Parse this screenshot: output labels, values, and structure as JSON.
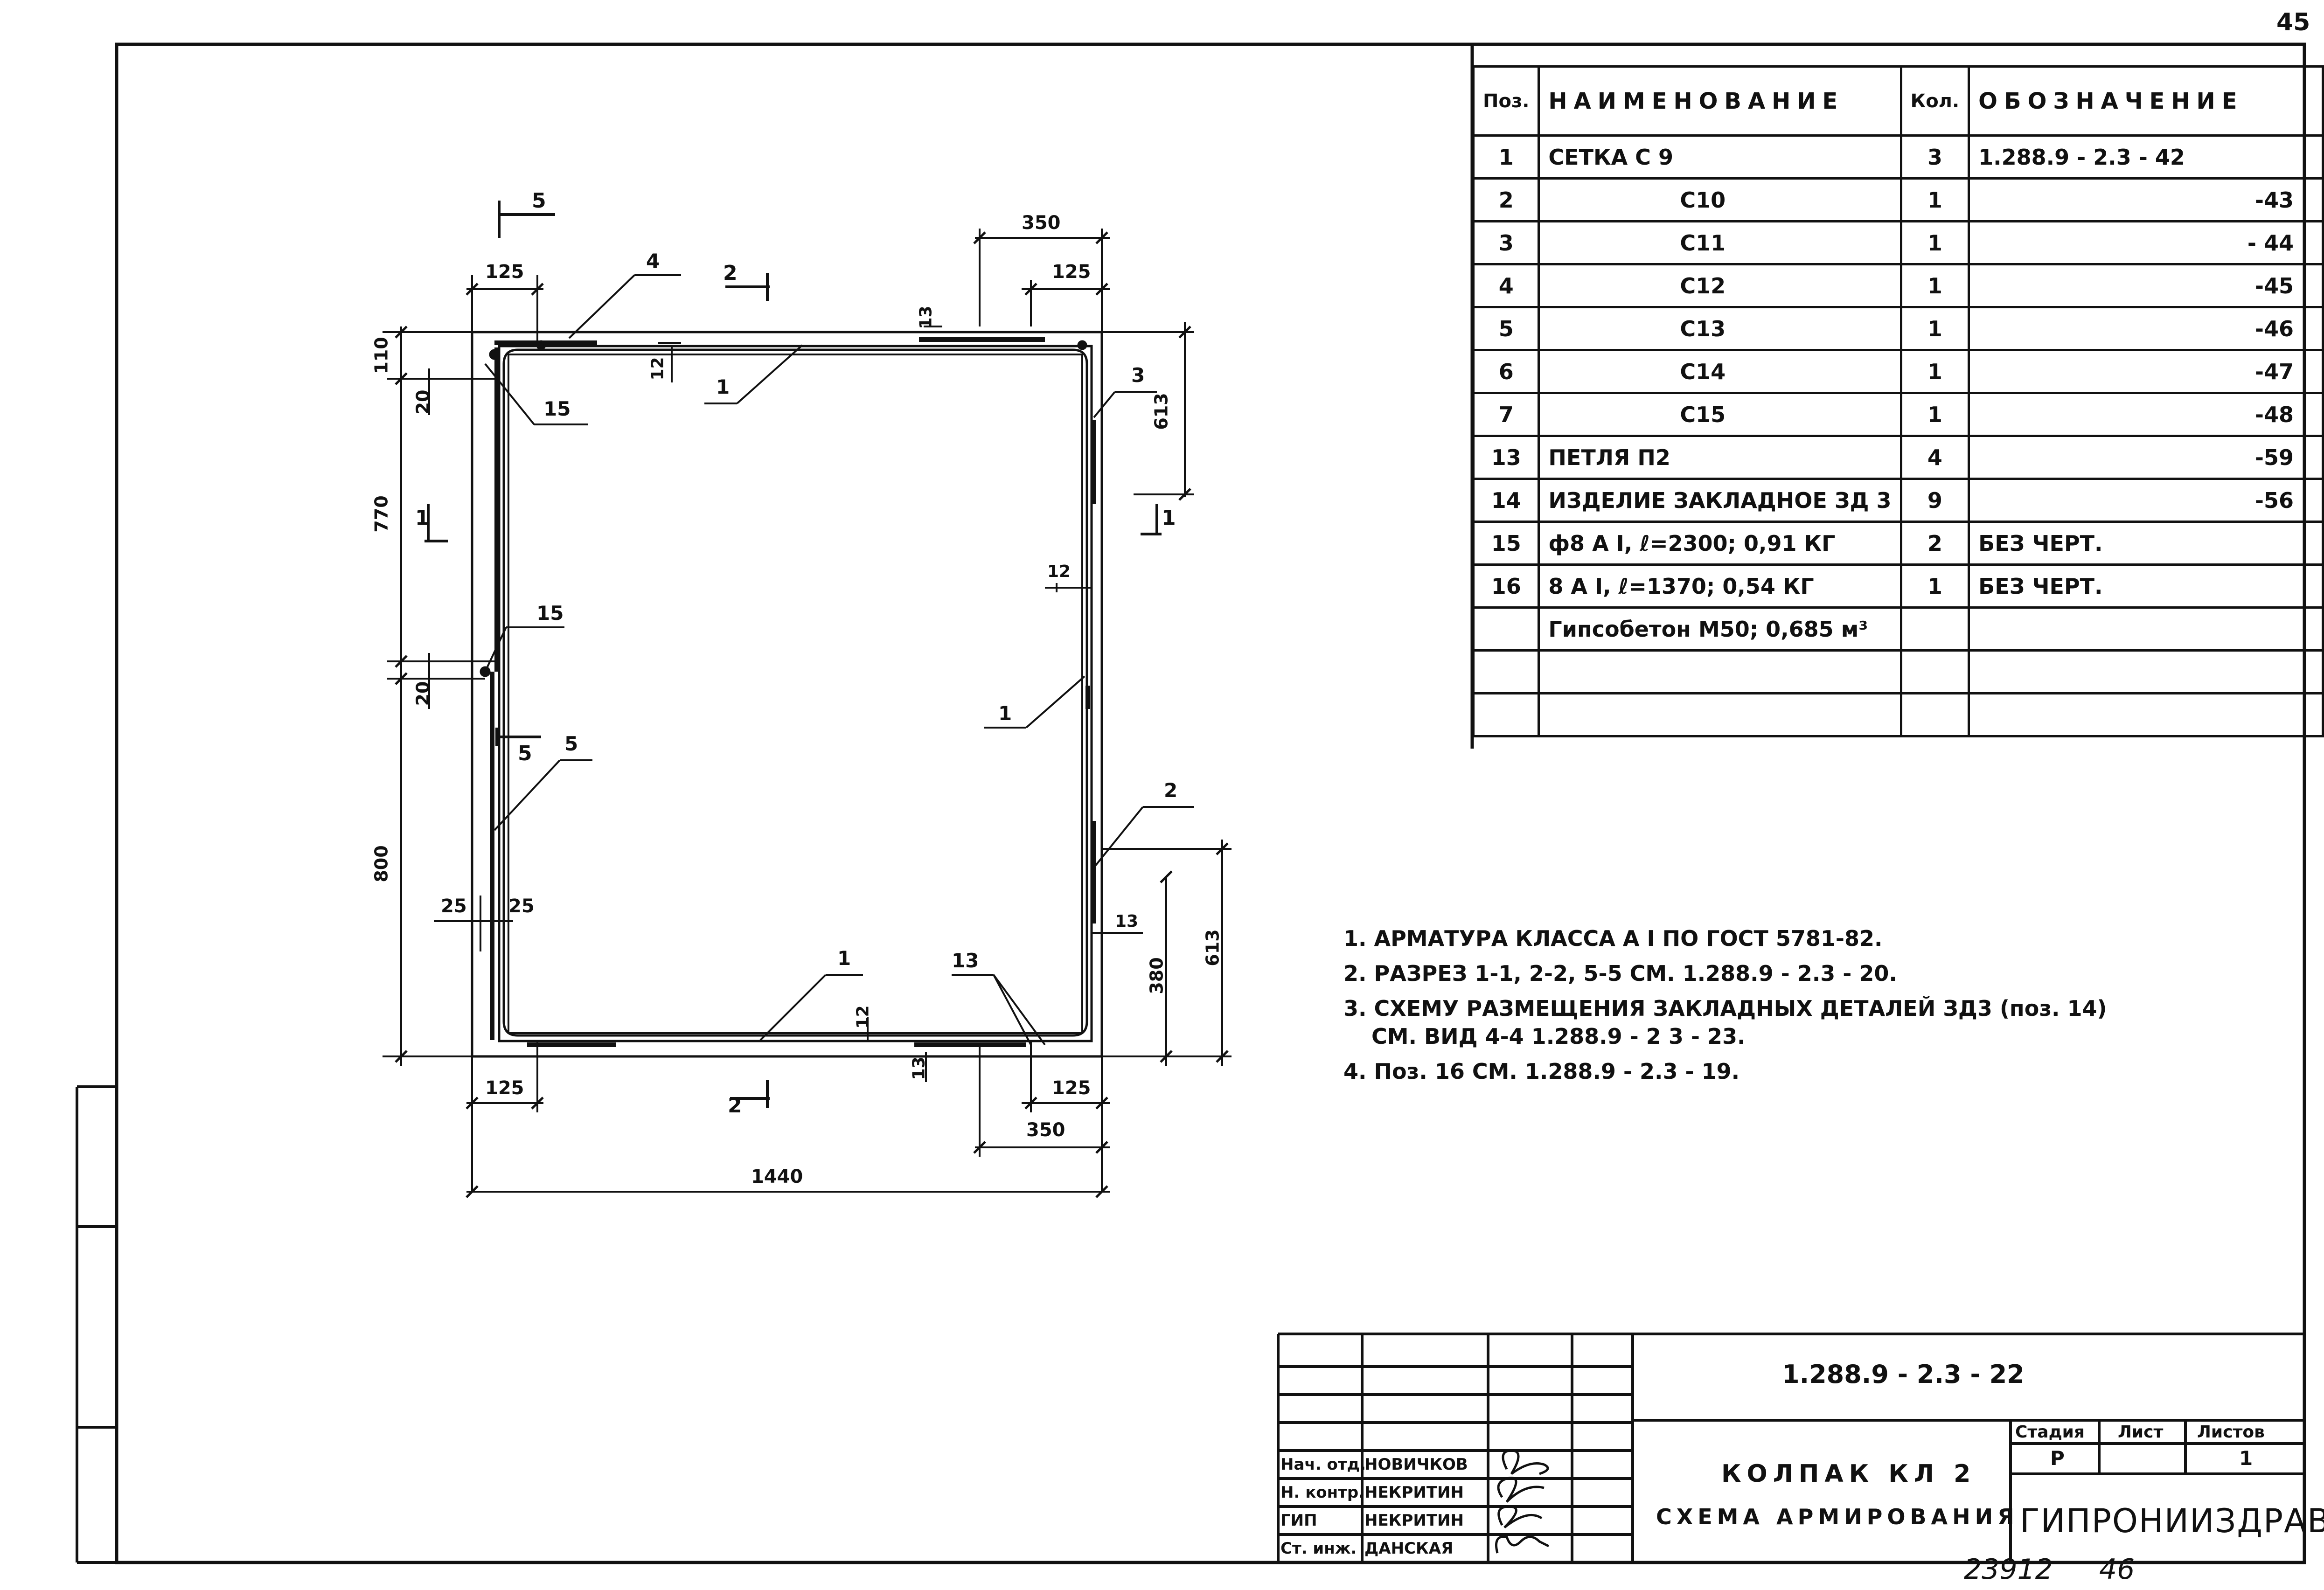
{
  "page_number": "45",
  "spec_table": {
    "headers": {
      "pos": "Поз.",
      "name": "НАИМЕНОВАНИЕ",
      "qty": "Кол.",
      "designation": "ОБОЗНАЧЕНИЕ"
    },
    "rows": [
      {
        "pos": "1",
        "name": "СЕТКА    С 9",
        "qty": "3",
        "designation": "1.288.9 - 2.3 - 42"
      },
      {
        "pos": "2",
        "name": "С10",
        "qty": "1",
        "designation": "-43"
      },
      {
        "pos": "3",
        "name": "С11",
        "qty": "1",
        "designation": "- 44"
      },
      {
        "pos": "4",
        "name": "С12",
        "qty": "1",
        "designation": "-45"
      },
      {
        "pos": "5",
        "name": "С13",
        "qty": "1",
        "designation": "-46"
      },
      {
        "pos": "6",
        "name": "С14",
        "qty": "1",
        "designation": "-47"
      },
      {
        "pos": "7",
        "name": "С15",
        "qty": "1",
        "designation": "-48"
      },
      {
        "pos": "13",
        "name": "ПЕТЛЯ    П2",
        "qty": "4",
        "designation": "-59"
      },
      {
        "pos": "14",
        "name": "ИЗДЕЛИЕ ЗАКЛАДНОЕ  ЗД 3",
        "qty": "9",
        "designation": "-56"
      },
      {
        "pos": "15",
        "name": "ф8 А I,  ℓ=2300;  0,91 КГ",
        "qty": "2",
        "designation": "БЕЗ ЧЕРТ."
      },
      {
        "pos": "16",
        "name": "8 А I,  ℓ=1370;  0,54 КГ",
        "qty": "1",
        "designation": "БЕЗ ЧЕРТ."
      },
      {
        "pos": "",
        "name": "Гипсобетон М50; 0,685 м³",
        "qty": "",
        "designation": ""
      },
      {
        "pos": "",
        "name": "",
        "qty": "",
        "designation": ""
      },
      {
        "pos": "",
        "name": "",
        "qty": "",
        "designation": ""
      }
    ]
  },
  "notes": [
    "1. АРМАТУРА КЛАССА  А I  ПО  ГОСТ 5781-82.",
    "2. РАЗРЕЗ  1-1, 2-2, 5-5  СМ. 1.288.9 - 2.3 - 20.",
    "3. СХЕМУ РАЗМЕЩЕНИЯ  ЗАКЛАДНЫХ  ДЕТАЛЕЙ  ЗД3 (поз. 14)",
    "СМ.  ВИД   4-4      1.288.9 - 2 3 - 23.",
    "4. Поз. 16 СМ. 1.288.9 - 2.3 - 19."
  ],
  "drawing": {
    "dims": {
      "top_left_125": "125",
      "top_right_350": "350",
      "top_right_125": "125",
      "left_110": "110",
      "left_20_top": "20",
      "left_770": "770",
      "left_20_mid": "20",
      "left_800": "800",
      "left_25a": "25",
      "left_25b": "25",
      "right_613_top": "613",
      "right_613_bot": "613",
      "right_380": "380",
      "bot_left_125": "125",
      "bot_right_125": "125",
      "bot_350": "350",
      "bot_1440": "1440",
      "inner_12_top": "12",
      "inner_12_right": "12",
      "inner_12_bot": "12",
      "inner_13_top": "13",
      "inner_13_right": "13",
      "inner_13_bot": "13"
    },
    "callouts": {
      "p4": "4",
      "p1_top": "1",
      "p15_top": "15",
      "p3": "3",
      "p12": "12",
      "p15_mid": "15",
      "p5": "5",
      "p1_right": "1",
      "p2": "2",
      "p13_bot": "13",
      "p1_bot": "1"
    },
    "sections": {
      "s5_top": "5",
      "s2_top": "2",
      "s1_left": "1",
      "s1_right": "1",
      "s5_mid": "5",
      "s2_bot": "2"
    }
  },
  "title_block": {
    "doc_code": "1.288.9 - 2.3 - 22",
    "title_line1": "КОЛПАК  КЛ 2",
    "title_line2": "СХЕМА  АРМИРОВАНИЯ",
    "stage_header": "Стадия",
    "sheet_header": "Лист",
    "sheets_header": "Листов",
    "stage": "Р",
    "sheet": "",
    "sheets": "1",
    "organization": "ГИПРОНИИЗДРАВ",
    "signatures": [
      {
        "role": "Нач. отд.",
        "name": "НОВИЧКОВ"
      },
      {
        "role": "Н. контр.",
        "name": "НЕКРИТИН"
      },
      {
        "role": "ГИП",
        "name": "НЕКРИТИН"
      },
      {
        "role": "Ст. инж.",
        "name": "ДАНСКАЯ"
      }
    ]
  },
  "archive_number": "23912",
  "archive_sheet": "46"
}
